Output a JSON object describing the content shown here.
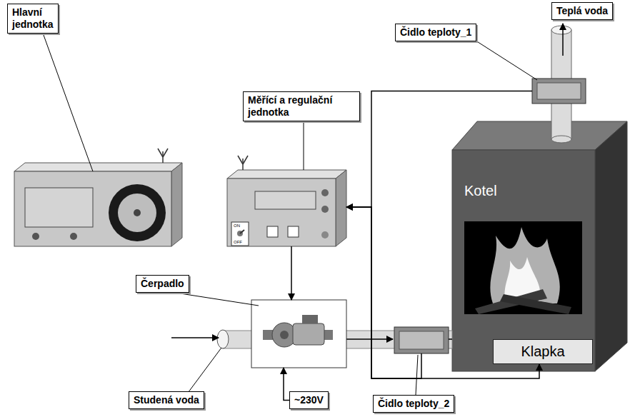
{
  "diagram": {
    "nodes": [
      {
        "text": [
          "Hlavní jednotka"
        ]
      },
      {
        "text": [
          "Měřící a regulační jednotka"
        ]
      },
      {
        "text": [
          "Čidlo teploty_1"
        ]
      },
      {
        "text": [
          "Kotel"
        ]
      },
      {
        "text": [
          "Klapka"
        ],
        "in": 3
      },
      {
        "text": [
          "Čerpadlo"
        ]
      },
      {
        "text": [
          "Čidlo teploty_2"
        ]
      },
      {
        "text": [
          "~230V"
        ]
      }
    ],
    "edges": [
      {
        "from": 2,
        "to": 1,
        "arrow": "to"
      },
      {
        "from": 1,
        "to": 5,
        "arrow": "to"
      },
      {
        "from": 1,
        "to": 4,
        "arrow": "to"
      },
      {
        "from": 6,
        "to": 1,
        "arrow": "to"
      },
      {
        "from": 7,
        "to": 5,
        "arrow": "to"
      }
    ],
    "labels": [
      "Teplá voda",
      "Studená voda",
      "ON",
      "OFF"
    ]
  }
}
